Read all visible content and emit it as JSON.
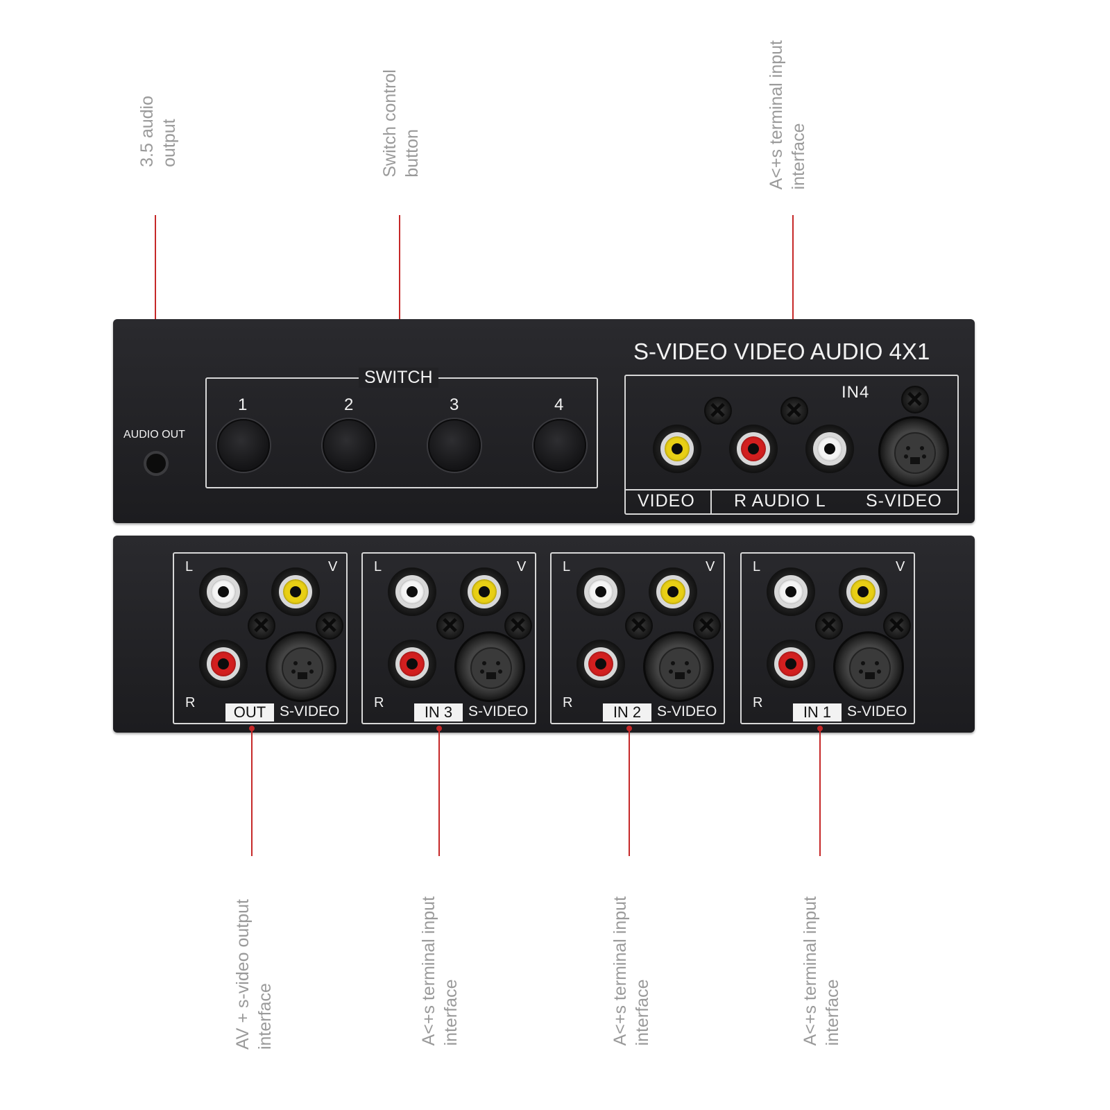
{
  "callouts": {
    "audio_output": [
      "3.5 audio",
      "output"
    ],
    "switch_button": [
      "Switch control",
      "button"
    ],
    "in4_interface": [
      "A<+s terminal input",
      "interface"
    ],
    "out_interface": [
      "AV + s-video output",
      "interface"
    ],
    "in3_interface": [
      "A<+s terminal input",
      "interface"
    ],
    "in2_interface": [
      "A<+s terminal input",
      "interface"
    ],
    "in1_interface": [
      "A<+s terminal input",
      "interface"
    ]
  },
  "front_panel": {
    "model": "S-VIDEO VIDEO AUDIO 4X1",
    "audio_out_label": "AUDIO OUT",
    "switch_title": "SWITCH",
    "switch_buttons": [
      "1",
      "2",
      "3",
      "4"
    ],
    "in4_label": "IN4",
    "labels": {
      "video": "VIDEO",
      "audio": "R AUDIO L",
      "svideo": "S-VIDEO"
    }
  },
  "back_panel": {
    "ports": [
      {
        "l": "L",
        "v": "V",
        "r": "R",
        "name": "OUT",
        "svideo": "S-VIDEO"
      },
      {
        "l": "L",
        "v": "V",
        "r": "R",
        "name": "IN 3",
        "svideo": "S-VIDEO"
      },
      {
        "l": "L",
        "v": "V",
        "r": "R",
        "name": "IN 2",
        "svideo": "S-VIDEO"
      },
      {
        "l": "L",
        "v": "V",
        "r": "R",
        "name": "IN 1",
        "svideo": "S-VIDEO"
      }
    ]
  },
  "colors": {
    "leader": "#c62828",
    "panel": "#1f1f22",
    "rca_yellow": "#e8cf15",
    "rca_red": "#d21f1f",
    "rca_white": "#f4f4f4"
  }
}
